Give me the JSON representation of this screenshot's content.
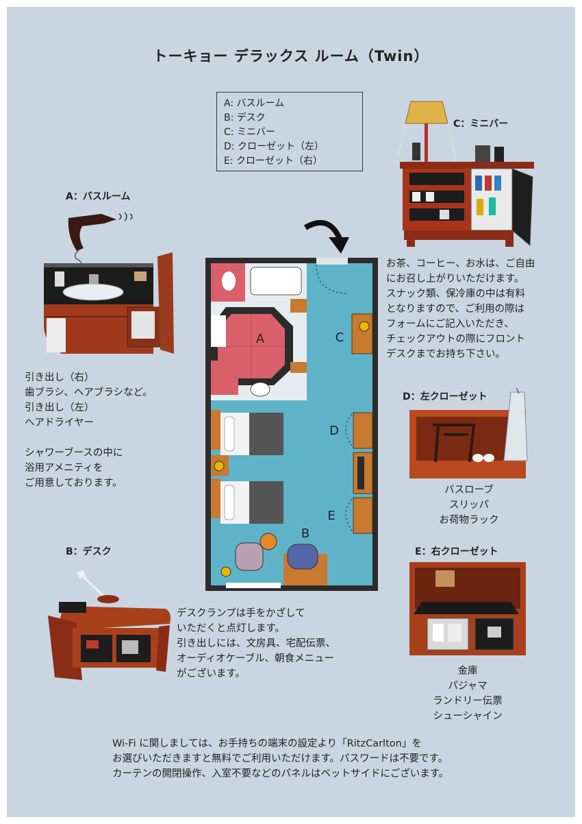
{
  "title": "トーキョー デラックス ルーム（Twin）",
  "legend": [
    "A: バスルーム",
    "B: デスク",
    "C: ミニバー",
    "D: クローゼット（左）",
    "E: クローゼット（右）"
  ],
  "sections": {
    "bathroom": {
      "heading": "A：バスルーム",
      "lines": [
        "引き出し（右）",
        "歯ブラシ、ヘアブラシなど。",
        "引き出し（左）",
        "ヘアドライヤー",
        "",
        "シャワーブースの中に",
        "浴用アメニティを",
        "ご用意しております。"
      ]
    },
    "desk": {
      "heading": "B：デスク",
      "lines": [
        "デスクランプは手をかざして",
        "いただくと点灯します。",
        "引き出しには、文房具、宅配伝票、",
        "オーディオケーブル、朝食メニュー",
        "がございます。"
      ]
    },
    "minibar": {
      "heading": "C：ミニバー",
      "lines": [
        "お茶、コーヒー、お水は、ご自由",
        "にお召し上がりいただけます。",
        "スナック類、保冷庫の中は有料",
        "となりますので、ご利用の際は",
        "フォームにご記入いただき、",
        "チェックアウトの際にフロント",
        "デスクまでお持ち下さい。"
      ]
    },
    "closet_left": {
      "heading": "D：左クローゼット",
      "lines": [
        "バスローブ",
        "スリッパ",
        "お荷物ラック"
      ]
    },
    "closet_right": {
      "heading": "E：右クローゼット",
      "lines": [
        "金庫",
        "パジャマ",
        "ランドリー伝票",
        "シューシャイン"
      ]
    }
  },
  "plan_labels": {
    "a": "A",
    "b": "B",
    "c": "C",
    "d": "D",
    "e": "E"
  },
  "footer": [
    "Wi-Fi に関しましては、お手持ちの端末の設定より「RitzCarlton」を",
    "お選びいただきますと無料でご利用いただけます。パスワードは不要です。",
    "カーテンの開閉操作、入室不要などのパネルはベットサイドにございます。"
  ],
  "colors": {
    "background": "#c9d6e1",
    "carpet": "#5fb3c9",
    "wood": "#9a3a1e",
    "tile": "#d9606a",
    "wall": "#2b2b2b"
  },
  "icons": [
    "entrance-arrow-icon"
  ]
}
